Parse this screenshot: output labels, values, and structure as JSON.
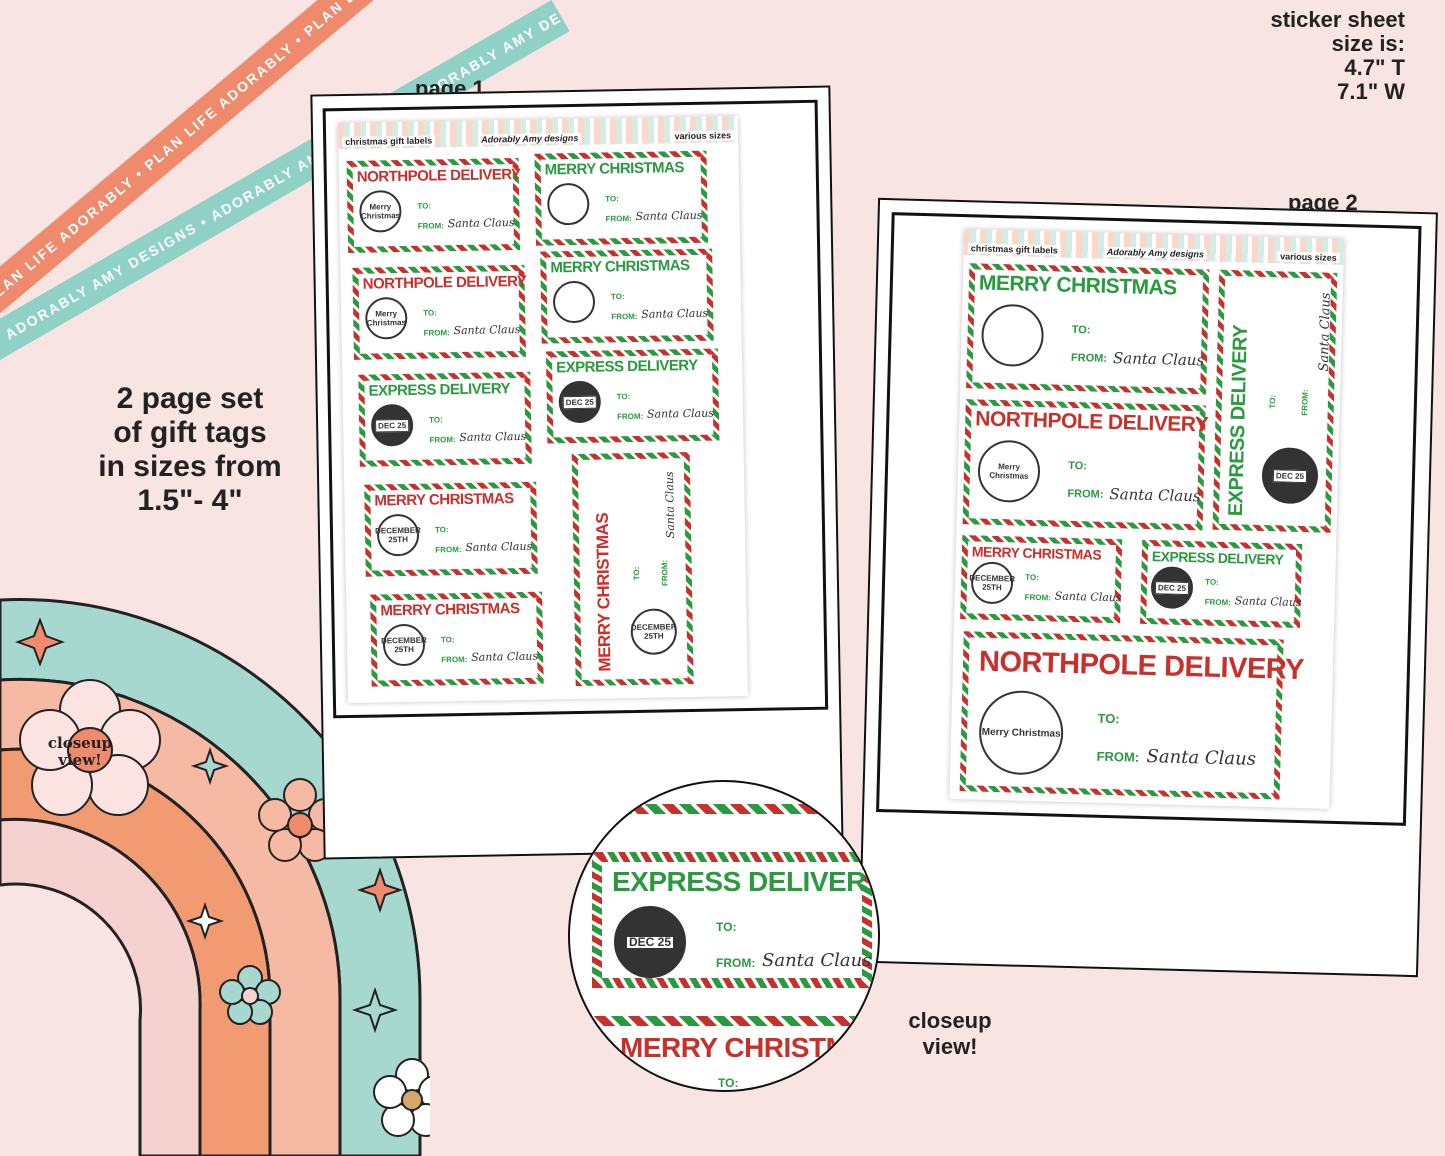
{
  "ribbons": {
    "orange_text": "PLAN LIFE ADORABLY • PLAN LIFE ADORABLY • PLAN LIFE ADORABLY",
    "teal_text": "ADORABLY AMY DESIGNS • ADORABLY AMY DESIGNS • ADORABLY AMY DESIGNS"
  },
  "info": {
    "size_lines": [
      "sticker sheet",
      "size is:",
      "4.7\" T",
      "7.1\" W"
    ],
    "set_lines": [
      "2 page set",
      "of gift tags",
      "in sizes from",
      "1.5\"- 4\""
    ],
    "closeup_lines": [
      "closeup",
      "view!"
    ],
    "flower_text_lines": [
      "closeup",
      "view!"
    ]
  },
  "page1": {
    "label": "page 1",
    "header_left": "christmas gift labels",
    "header_logo": "Adorably Amy designs",
    "header_right": "various sizes"
  },
  "page2": {
    "label": "page 2",
    "header_left": "christmas gift labels",
    "header_logo": "Adorably Amy designs",
    "header_right": "various sizes"
  },
  "tag_text": {
    "northpole": "NORTHPOLE DELIVERY",
    "merry": "MERRY CHRISTMAS",
    "express": "EXPRESS DELIVERY",
    "to": "TO:",
    "from": "FROM:",
    "signature": "Santa Claus",
    "stamp_merry": "Merry Christmas",
    "stamp_dec25": "DEC 25",
    "stamp_december": "DECEMBER 25TH"
  },
  "colors": {
    "red": "#c8302c",
    "green": "#2a9a3e",
    "background": "#f8e4e2",
    "orange": "#ef8a6c",
    "teal": "#8fd1c6"
  }
}
